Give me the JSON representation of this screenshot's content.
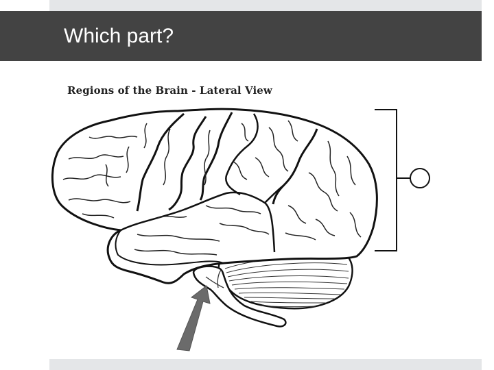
{
  "slide": {
    "title": "Which part?",
    "background_color": "#ffffff",
    "title_bar_color": "#434343",
    "strip_color": "#e4e6e8"
  },
  "diagram": {
    "heading": "Regions of the Brain - Lateral View",
    "line_color": "#111111",
    "pointer_arrow_color": "#6b6b6b",
    "pointer_arrow_target": "brain-stem",
    "bracket_target": "cerebrum"
  }
}
